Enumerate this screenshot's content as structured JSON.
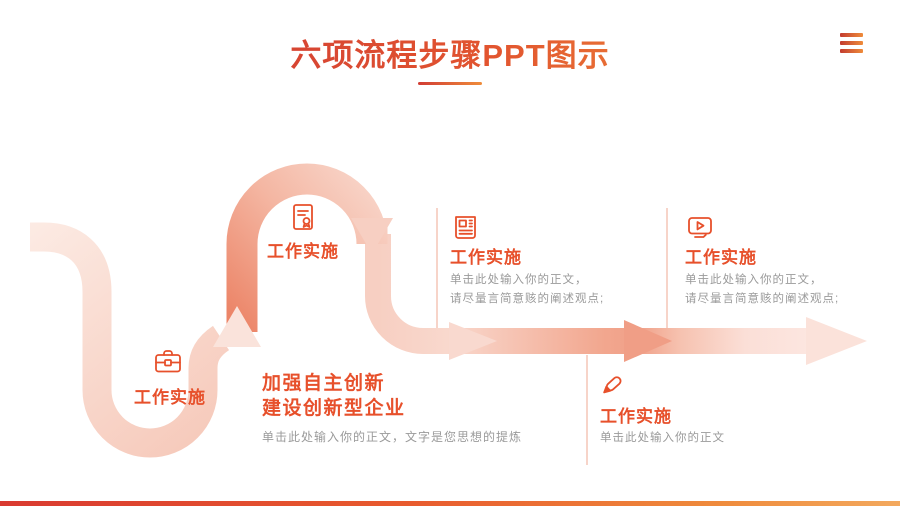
{
  "slide": {
    "title": "六项流程步骤PPT图示"
  },
  "menu": {
    "icon": "hamburger-menu-icon"
  },
  "steps": [
    {
      "icon": "briefcase-icon",
      "title": "工作实施"
    },
    {
      "icon": "certificate-document-icon",
      "title": "工作实施"
    },
    {
      "title_line1": "加强自主创新",
      "title_line2": "建设创新型企业",
      "body": "单击此处输入你的正文，文字是您思想的提炼"
    },
    {
      "icon": "newspaper-icon",
      "title": "工作实施",
      "body_line1": "单击此处输入你的正文，",
      "body_line2": "请尽量言简意赅的阐述观点;"
    },
    {
      "icon": "video-player-icon",
      "title": "工作实施",
      "body_line1": "单击此处输入你的正文，",
      "body_line2": "请尽量言简意赅的阐述观点;"
    },
    {
      "icon": "pen-icon",
      "title": "工作实施",
      "body": "单击此处输入你的正文"
    }
  ],
  "colors": {
    "accent": "#e7502b",
    "title_gradient_start": "#d13c34",
    "title_gradient_end": "#ef8c3a",
    "body_text": "#9a9a9a",
    "ribbon_light": "#fbe4dc",
    "ribbon_dark": "#ec8568",
    "divider": "#f4c5b7",
    "bottom_bar_start": "#d93a30",
    "bottom_bar_end": "#f3a95e"
  }
}
